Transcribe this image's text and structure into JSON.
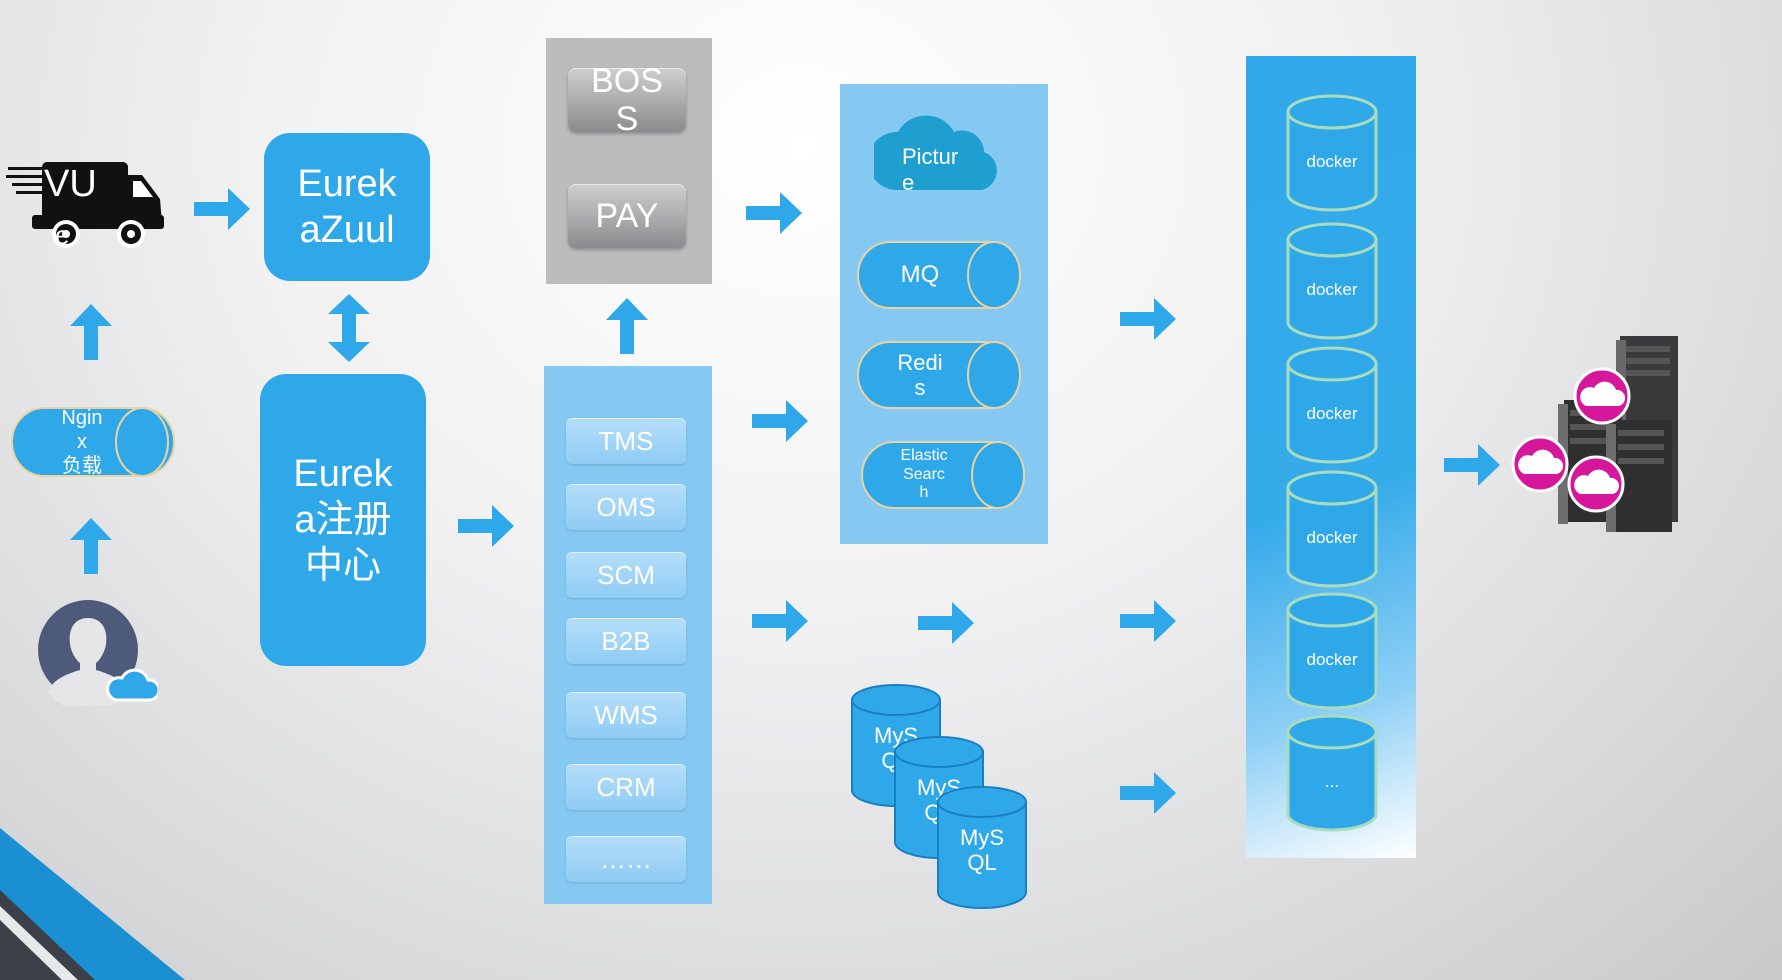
{
  "colors": {
    "accent": "#2fa8ea",
    "light_panel": "#85c9f2",
    "gray_panel": "#bcbcbd",
    "dark_icon": "#111111",
    "magenta": "#d6169b",
    "slate": "#4d5a7a"
  },
  "client": {
    "truck_label": "VU",
    "truck_sub": "e",
    "nginx_label": "Ngin\nx\n负载",
    "user_icon": "user-with-cloud-icon"
  },
  "gateway": {
    "zuul_label": "Eurek\naZuul",
    "registry_label": "Eurek\na注册\n中心"
  },
  "top_services": {
    "items": [
      "BOS\nS",
      "PAY"
    ]
  },
  "services": {
    "items": [
      "TMS",
      "OMS",
      "SCM",
      "B2B",
      "WMS",
      "CRM",
      "……"
    ]
  },
  "middleware": {
    "picture_label": "Pictur\ne",
    "mq_label": "MQ",
    "redis_label": "Redi\ns",
    "es_label": "Elastic\nSearc\nh"
  },
  "databases": {
    "items": [
      "MyS\nQL",
      "MyS\nQL",
      "MyS\nQL"
    ]
  },
  "docker": {
    "items": [
      "docker",
      "docker",
      "docker",
      "docker",
      "docker",
      "..."
    ]
  },
  "servers": {
    "icon": "server-cluster-cloud-icon"
  }
}
